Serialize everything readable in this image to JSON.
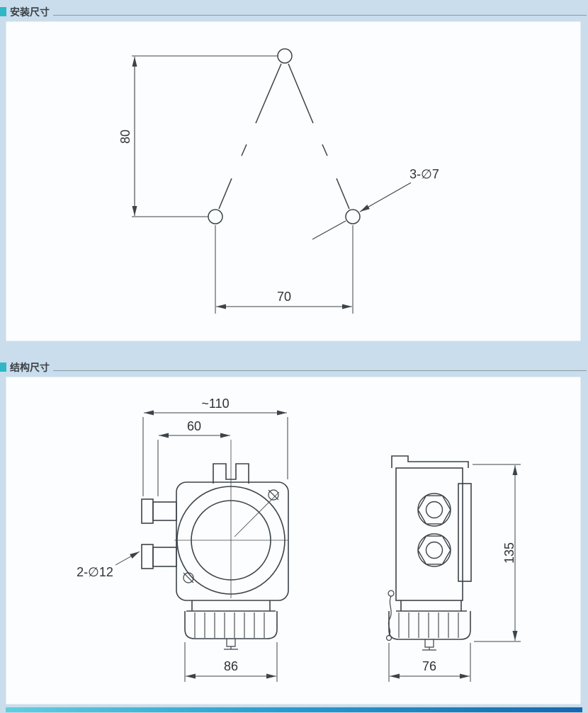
{
  "page": {
    "background_color": "#c9ddec",
    "panel_color": "#fbfdfe",
    "accent_color": "#2fb7c8",
    "line_color": "#3c434a",
    "footer_gradient": [
      "#63cede",
      "#1668ae"
    ]
  },
  "sections": [
    {
      "title": "安装尺寸",
      "drawing": {
        "description": "mounting-hole-pattern-triangle-of-three-holes",
        "dim_vertical": "80",
        "dim_horizontal": "70",
        "hole_callout": "3-∅7"
      }
    },
    {
      "title": "结构尺寸",
      "drawing": {
        "description": "product-front-and-side-views",
        "front": {
          "dim_overall_width": "~110",
          "dim_center_offset": "60",
          "dim_shade_width": "86",
          "gland_callout": "2-∅12"
        },
        "side": {
          "dim_height": "135",
          "dim_depth": "76"
        }
      }
    }
  ]
}
